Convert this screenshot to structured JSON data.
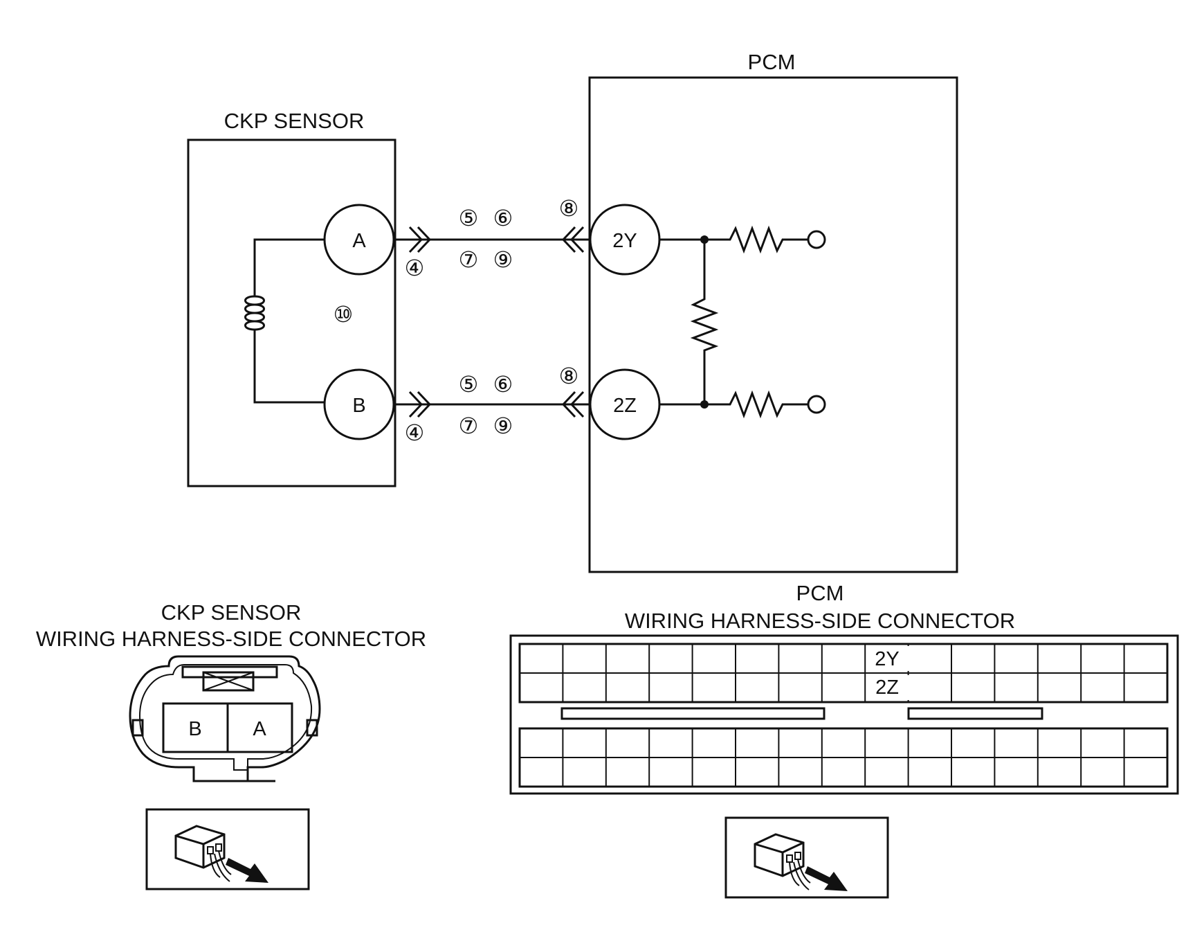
{
  "schematic": {
    "ckp_title": "CKP SENSOR",
    "pcm_title": "PCM",
    "ckp_pins": [
      "A",
      "B"
    ],
    "pcm_pins": [
      "2Y",
      "2Z"
    ],
    "sensor_step": "⑩",
    "line_a": {
      "sensor_side": "④",
      "top": [
        "⑤",
        "⑥"
      ],
      "bottom": [
        "⑦",
        "⑨"
      ],
      "pcm_side": "⑧"
    },
    "line_b": {
      "sensor_side": "④",
      "top": [
        "⑤",
        "⑥"
      ],
      "bottom": [
        "⑦",
        "⑨"
      ],
      "pcm_side": "⑧"
    }
  },
  "ckp_connector": {
    "title_line1": "CKP SENSOR",
    "title_line2": "WIRING HARNESS-SIDE CONNECTOR",
    "pins": [
      "B",
      "A"
    ]
  },
  "pcm_connector": {
    "title_line1": "PCM",
    "title_line2": "WIRING HARNESS-SIDE CONNECTOR",
    "pins": [
      "2Y",
      "2Z"
    ]
  },
  "icons": [
    "connector-probe-icon",
    "connector-probe-icon"
  ]
}
